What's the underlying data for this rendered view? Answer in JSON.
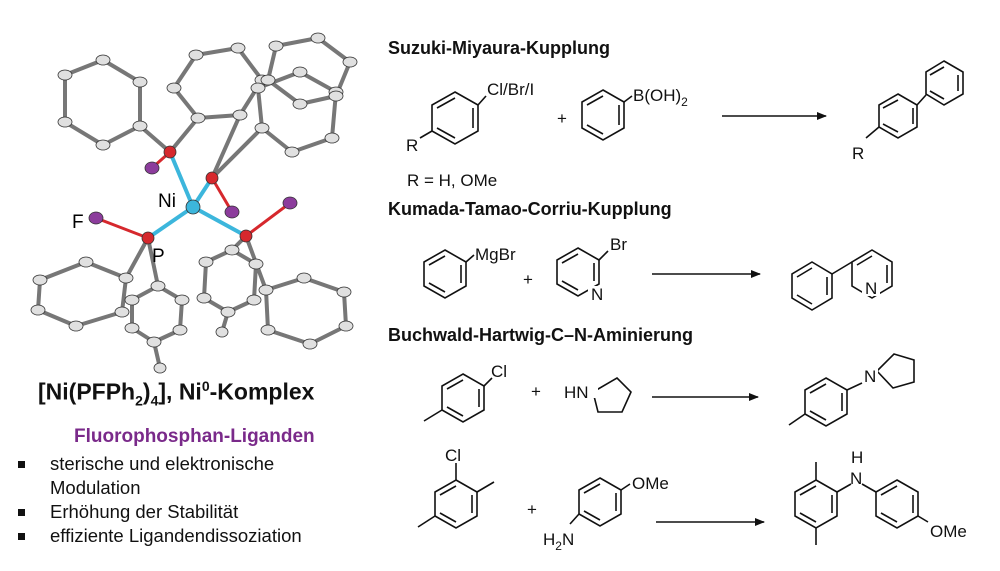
{
  "complex": {
    "labels": {
      "ni": "Ni",
      "f": "F",
      "p": "P"
    },
    "title": {
      "prefix": "[Ni(PFPh",
      "sub2": "2",
      "close": ")",
      "sub4": "4",
      "sep": "], Ni",
      "sup0": "0",
      "rest": "-Komplex"
    },
    "subtitle": "Fluorophosphan-Liganden",
    "bullets": [
      "sterische und elektronische Modulation",
      "Erhöhung der Stabilität",
      "effiziente Ligandendissoziation"
    ],
    "colors": {
      "nickel": "#3cb6dc",
      "phosphorus": "#d6282d",
      "fluorine": "#8c3c9c",
      "carbon": "#888888"
    }
  },
  "reactions": [
    {
      "heading": "Suzuki-Miyaura-Kupplung",
      "r1_sub": "Cl/Br/I",
      "r1_r": "R",
      "plus": "+",
      "r2_sub": "B(OH)",
      "r2_sub_index": "2",
      "note": "R = H, OMe",
      "product_r": "R"
    },
    {
      "heading": "Kumada-Tamao-Corriu-Kupplung",
      "r1_sub": "MgBr",
      "plus": "+",
      "r2_sub": "Br",
      "r2_n": "N",
      "product_n": "N"
    },
    {
      "heading": "Buchwald-Hartwig-C–N-Aminierung",
      "r1_sub": "Cl",
      "plus": "+",
      "r2_nh": "HN",
      "product_n": "N"
    },
    {
      "r1_sub": "Cl",
      "plus": "+",
      "r2_sub": "OMe",
      "r2_nh2": "H",
      "r2_nh2_index": "2",
      "r2_nh2_n": "N",
      "product_h": "H",
      "product_n": "N",
      "product_ome": "OMe"
    }
  ]
}
